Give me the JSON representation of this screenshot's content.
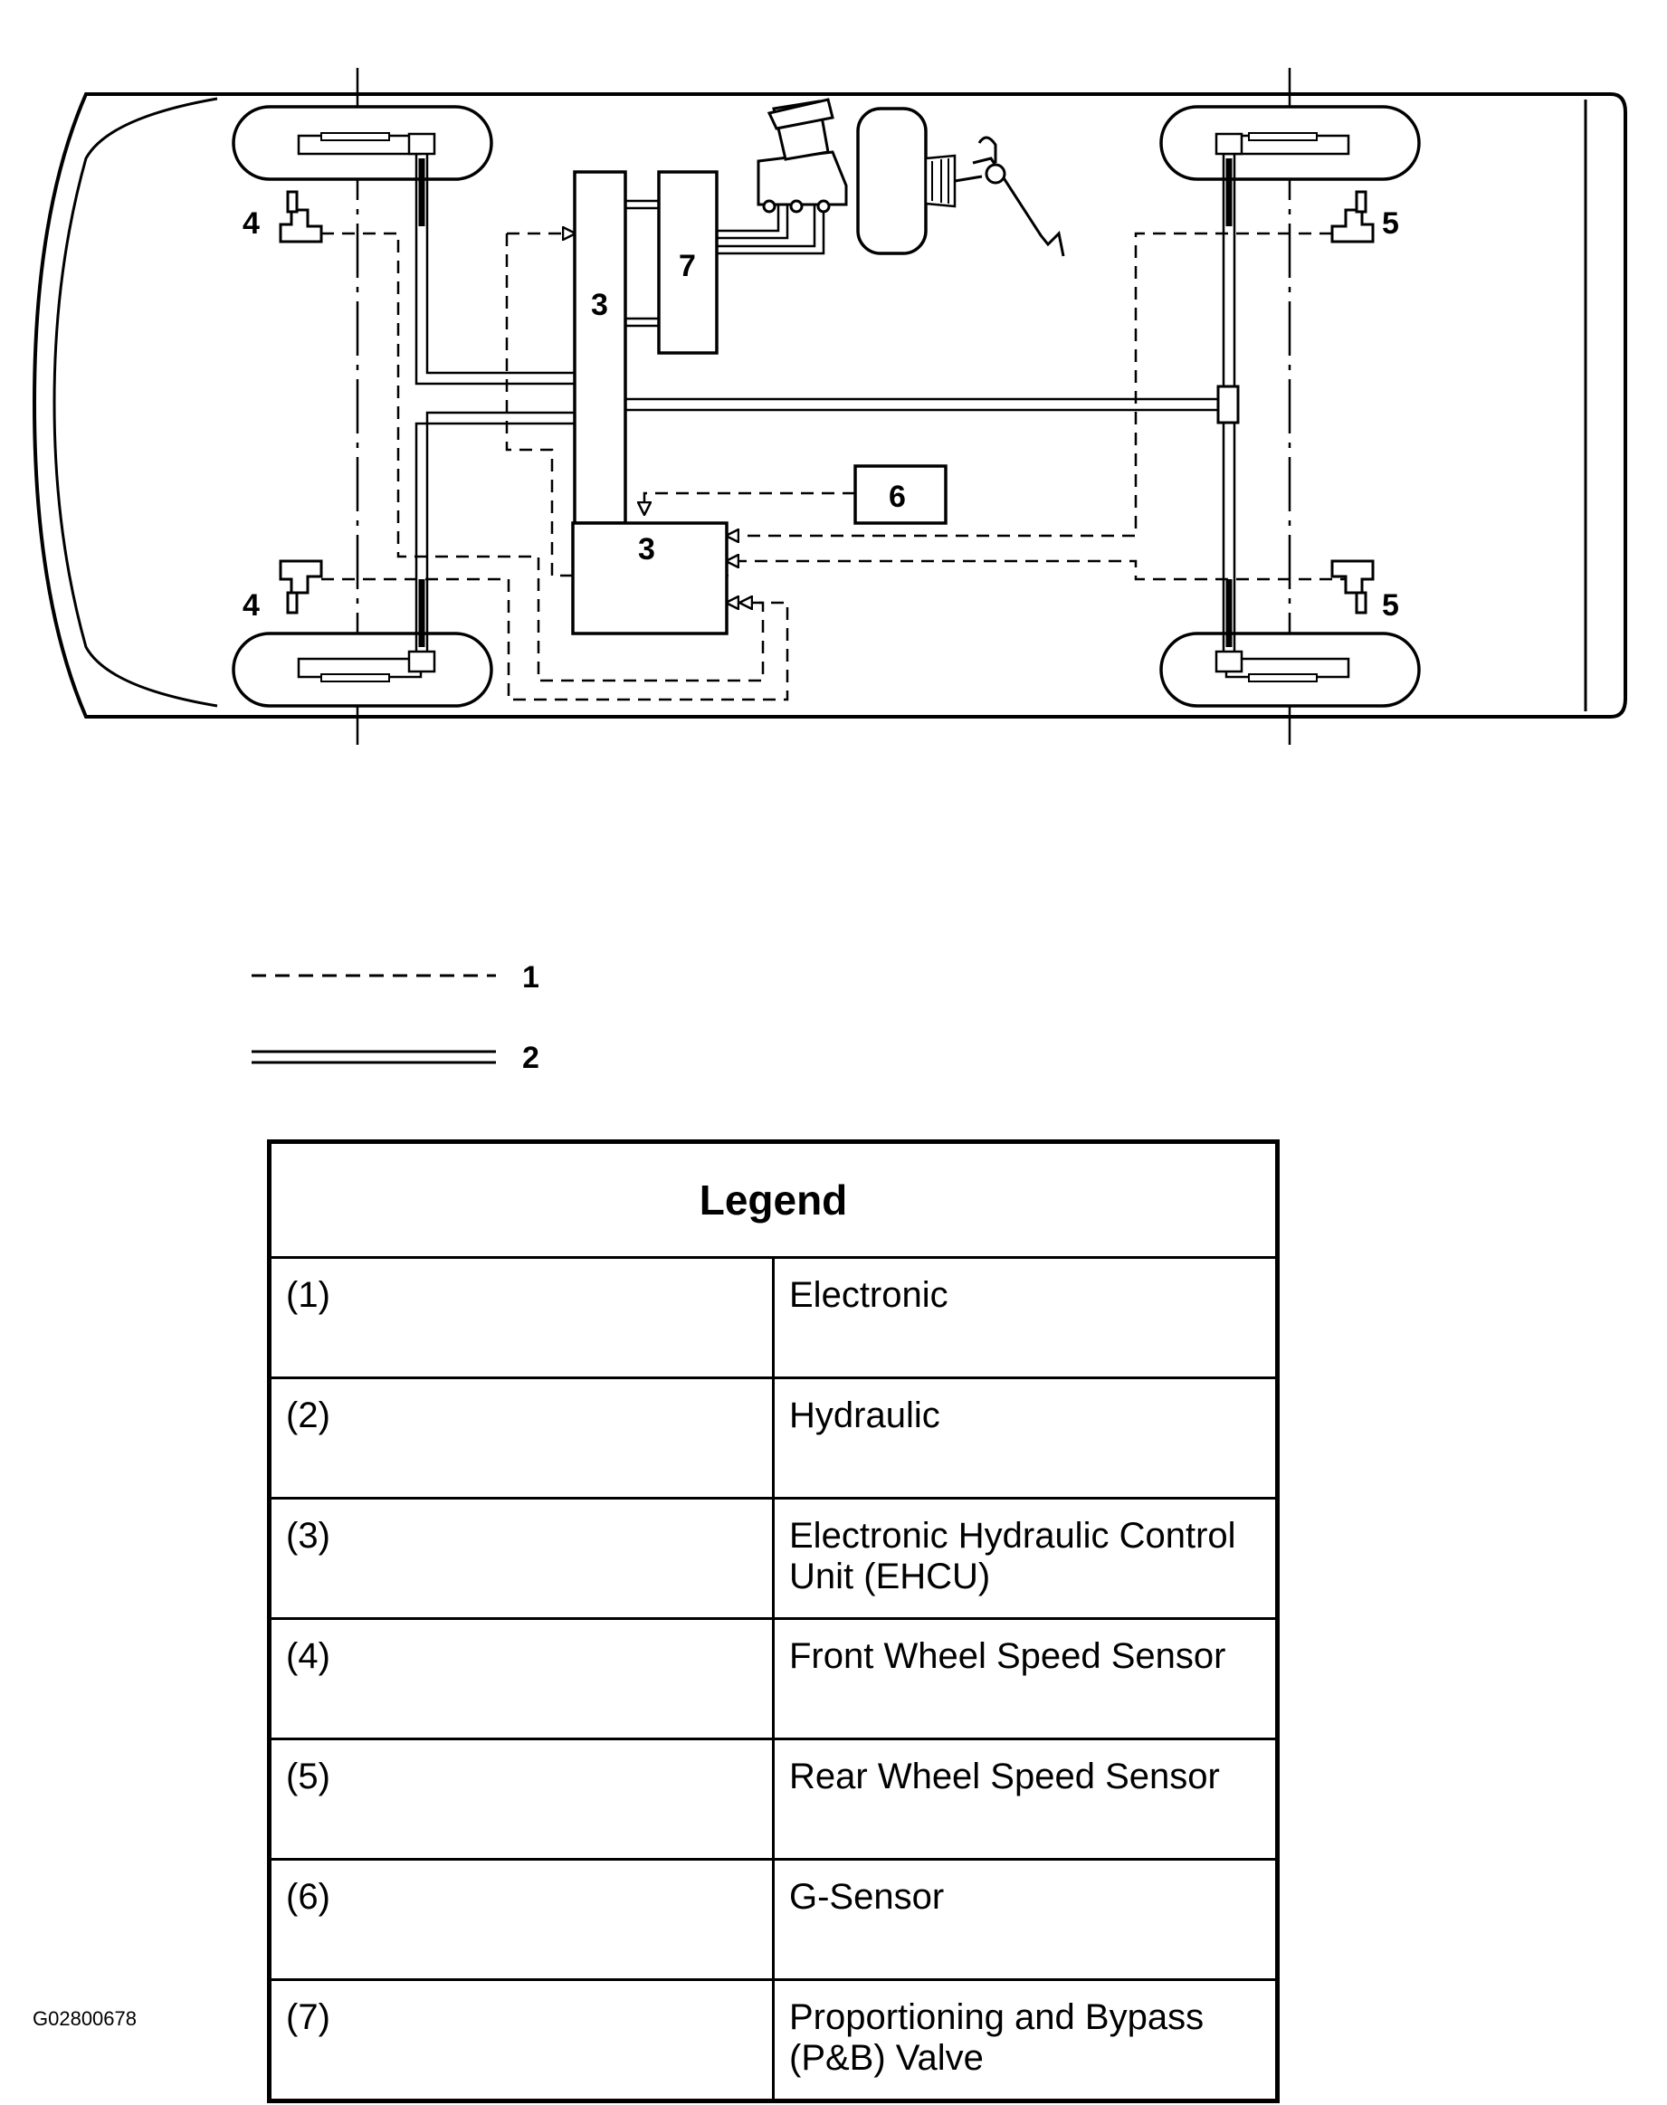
{
  "labels": {
    "front_left_sensor": "4",
    "front_left_sensor_lower": "4",
    "rear_right_sensor": "5",
    "rear_right_sensor_lower": "5",
    "ehcu_upper": "3",
    "ehcu_lower": "3",
    "pb_valve": "7",
    "g_sensor": "6"
  },
  "line_key": {
    "electronic": "1",
    "hydraulic": "2"
  },
  "legend": {
    "title": "Legend",
    "rows": [
      {
        "code": "(1)",
        "desc": "Electronic"
      },
      {
        "code": "(2)",
        "desc": "Hydraulic"
      },
      {
        "code": "(3)",
        "desc": "Electronic Hydraulic Control Unit (EHCU)"
      },
      {
        "code": "(4)",
        "desc": "Front Wheel Speed Sensor"
      },
      {
        "code": "(5)",
        "desc": "Rear Wheel Speed Sensor"
      },
      {
        "code": "(6)",
        "desc": "G-Sensor"
      },
      {
        "code": "(7)",
        "desc": "Proportioning and Bypass (P&B) Valve"
      }
    ]
  },
  "figure_id": "G02800678"
}
